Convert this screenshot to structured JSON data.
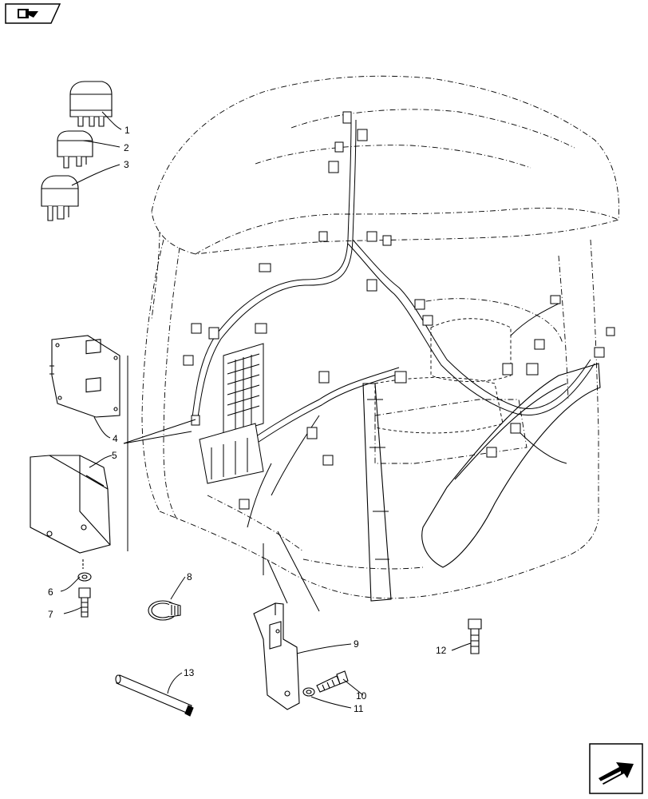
{
  "nav": {
    "top_icon": "book-arrow-icon",
    "bottom_icon": "next-page-arrow-icon"
  },
  "callouts": [
    {
      "id": "1",
      "label": "1"
    },
    {
      "id": "2",
      "label": "2"
    },
    {
      "id": "3",
      "label": "3"
    },
    {
      "id": "4",
      "label": "4"
    },
    {
      "id": "5",
      "label": "5"
    },
    {
      "id": "6",
      "label": "6"
    },
    {
      "id": "7",
      "label": "7"
    },
    {
      "id": "8",
      "label": "8"
    },
    {
      "id": "9",
      "label": "9"
    },
    {
      "id": "10",
      "label": "10"
    },
    {
      "id": "11",
      "label": "11"
    },
    {
      "id": "12",
      "label": "12"
    },
    {
      "id": "13",
      "label": "13"
    }
  ],
  "colors": {
    "line": "#000000",
    "background": "#ffffff"
  }
}
